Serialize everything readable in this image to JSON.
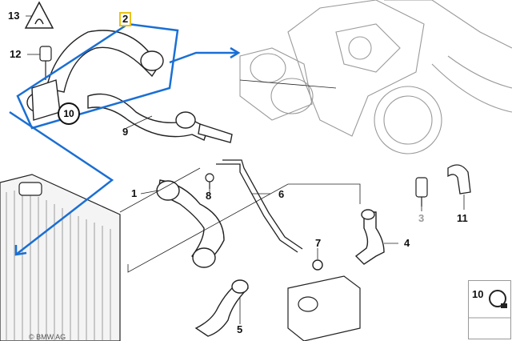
{
  "part_labels": [
    {
      "id": "label-13",
      "text": "13"
    },
    {
      "id": "label-2",
      "text": "2"
    },
    {
      "id": "label-12",
      "text": "12"
    },
    {
      "id": "label-10",
      "text": "10"
    },
    {
      "id": "label-9",
      "text": "9"
    },
    {
      "id": "label-1",
      "text": "1"
    },
    {
      "id": "label-8",
      "text": "8"
    },
    {
      "id": "label-6",
      "text": "6"
    },
    {
      "id": "label-7",
      "text": "7"
    },
    {
      "id": "label-4",
      "text": "4"
    },
    {
      "id": "label-3",
      "text": "3"
    },
    {
      "id": "label-11",
      "text": "11"
    },
    {
      "id": "label-5",
      "text": "5"
    }
  ],
  "highlighted_part": "2",
  "circled_label": "10",
  "warning_symbol_text": "⚠",
  "legend": {
    "part_number": "10"
  },
  "watermark": "© BMW AG",
  "colors": {
    "highlight_frame": "#1a6fd4",
    "highlight_label_border": "#e8c21a",
    "line_art": "#222222",
    "engine_gray": "#9a9a9a"
  }
}
